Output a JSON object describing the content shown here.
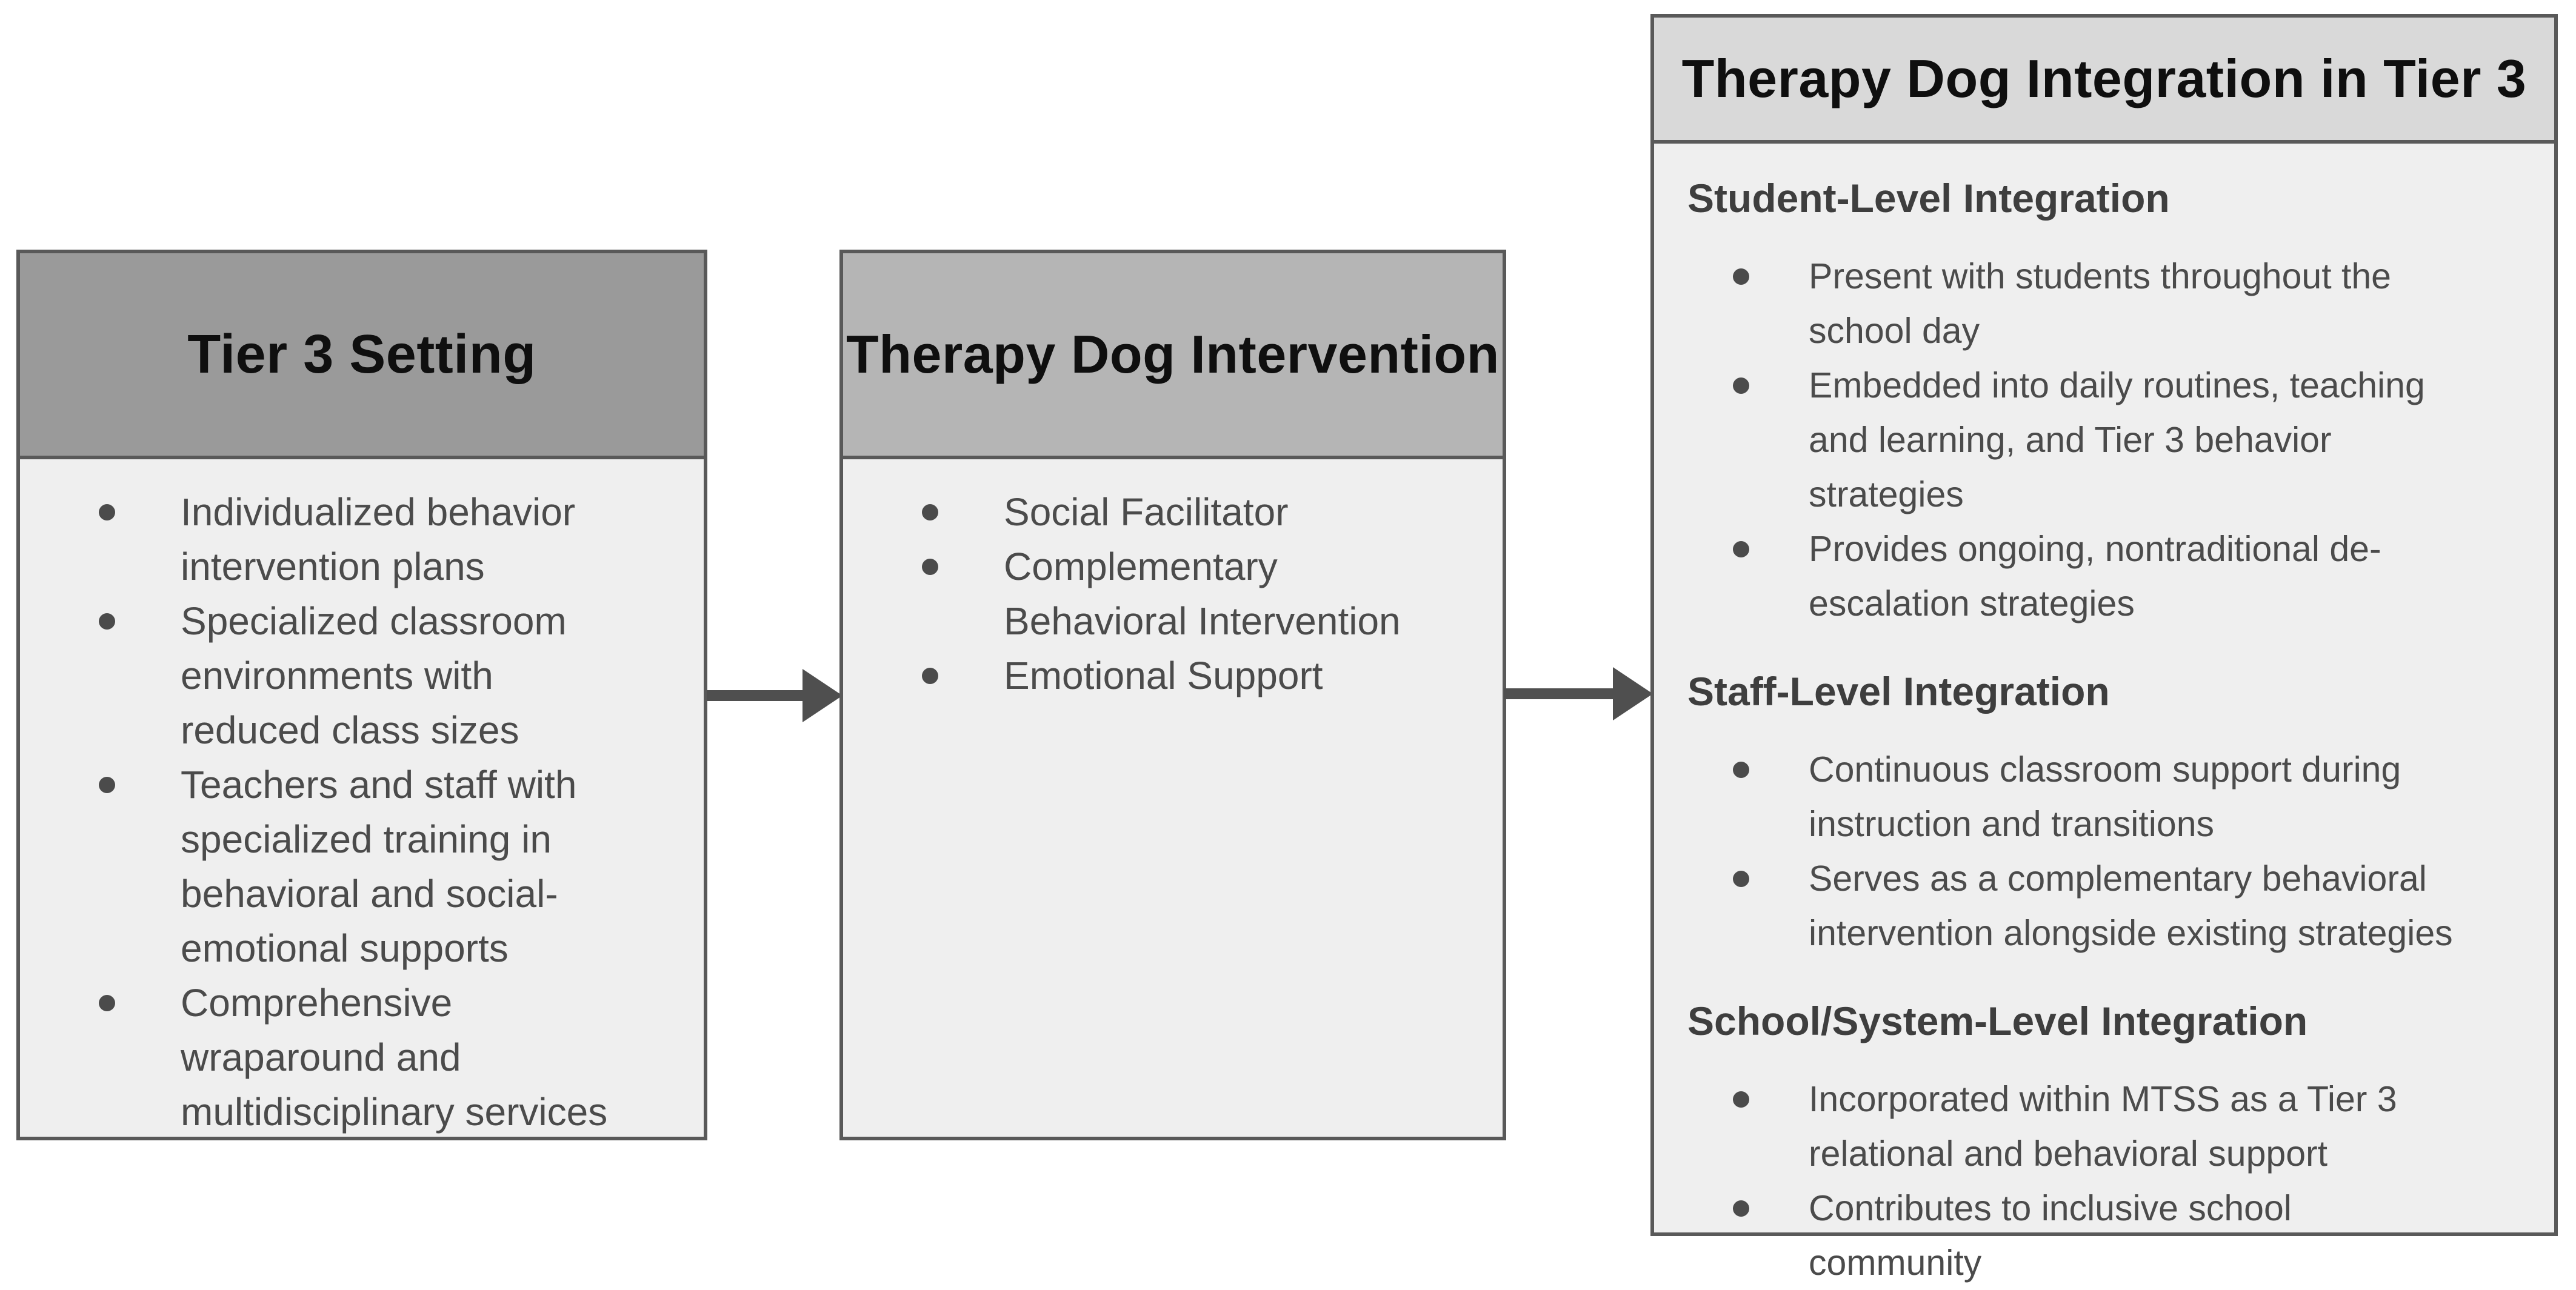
{
  "diagram": {
    "title_implicit": "",
    "colors": {
      "page_background": "#ffffff",
      "panel_border": "#595959",
      "panel_body_background": "#efefef",
      "left_header_background": "#9a9a9a",
      "middle_header_background": "#b5b5b5",
      "right_header_background": "#d9d9d9",
      "title_text": "#0f0f0f",
      "section_heading_text": "#3e3e3e",
      "bullet_text": "#4b4b4b",
      "arrow": "#4f4f4f"
    },
    "boxes": [
      {
        "id": "tier-3-setting",
        "title": "Tier 3 Setting",
        "items": [
          "Individualized behavior intervention plans",
          "Specialized classroom environments with reduced class sizes",
          "Teachers and staff with specialized training in behavioral and social-emotional supports",
          "Comprehensive wraparound and multidisciplinary services"
        ]
      },
      {
        "id": "therapy-dog-intervention",
        "title": "Therapy Dog Intervention",
        "items": [
          "Social Facilitator",
          "Complementary Behavioral Intervention",
          "Emotional Support"
        ]
      },
      {
        "id": "therapy-dog-integration-tier-3",
        "title": "Therapy Dog Integration in Tier 3",
        "sections": [
          {
            "heading": "Student-Level Integration",
            "items": [
              "Present with students throughout the school day",
              "Embedded into daily routines, teaching and learning, and Tier 3 behavior strategies",
              "Provides ongoing, nontraditional de-escalation strategies"
            ]
          },
          {
            "heading": "Staff-Level Integration",
            "items": [
              "Continuous classroom support during instruction and transitions",
              "Serves as a complementary behavioral intervention alongside existing strategies"
            ]
          },
          {
            "heading": "School/System-Level Integration",
            "items": [
              "Incorporated within MTSS as a Tier 3 relational and behavioral support",
              "Contributes to inclusive school community"
            ]
          }
        ]
      }
    ],
    "connectors": [
      {
        "id": "arrow-left-to-middle",
        "from": "tier-3-setting",
        "to": "therapy-dog-intervention",
        "direction": "right"
      },
      {
        "id": "arrow-middle-to-right",
        "from": "therapy-dog-intervention",
        "to": "therapy-dog-integration-tier-3",
        "direction": "right"
      }
    ]
  }
}
